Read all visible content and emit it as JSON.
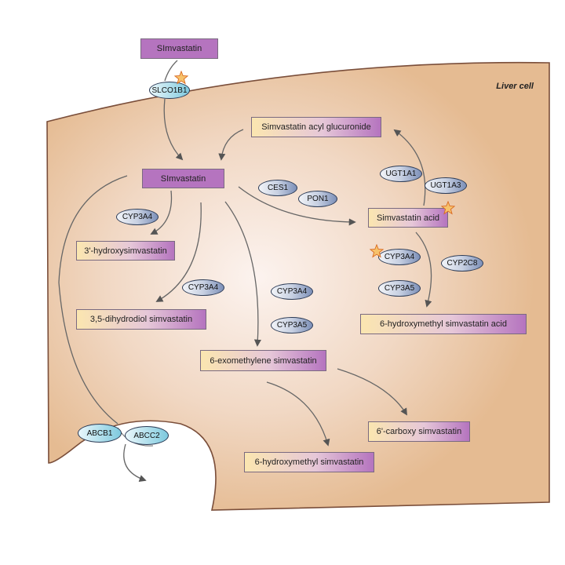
{
  "cell_label": "Liver cell",
  "drugs": {
    "extracellular": "SImvastatin",
    "intracellular": "SImvastatin"
  },
  "metabolites": {
    "acyl_glucuronide": "Simvastatin acyl glucuronide",
    "acid": "Simvastatin acid",
    "hydroxy_3": "3'-hydroxysimvastatin",
    "dihydrodiol": "3,5-dihydrodiol simvastatin",
    "exomethylene": "6-exomethylene simvastatin",
    "hydroxymethyl_acid": "6-hydroxymethyl simvastatin acid",
    "carboxy": "6'-carboxy simvastatin",
    "hydroxymethyl": "6-hydroxymethyl simvastatin"
  },
  "enzymes": {
    "ces1": "CES1",
    "pon1": "PON1",
    "ugt1a1": "UGT1A1",
    "ugt1a3": "UGT1A3",
    "cyp3a4_a": "CYP3A4",
    "cyp3a4_b": "CYP3A4",
    "cyp3a4_c": "CYP3A4",
    "cyp3a4_d": "CYP3A4",
    "cyp3a5_a": "CYP3A5",
    "cyp3a5_b": "CYP3A5",
    "cyp2c8": "CYP2C8"
  },
  "transporters": {
    "slco1b1": "SLCO1B1",
    "abcb1": "ABCB1",
    "abcc2": "ABCC2"
  },
  "colors": {
    "cell_fill": "#e7c19a",
    "cell_center": "#fbf1ec",
    "cell_stroke": "#7a4e3a",
    "drug_box": "#b574bf",
    "star": "#f5a623"
  }
}
